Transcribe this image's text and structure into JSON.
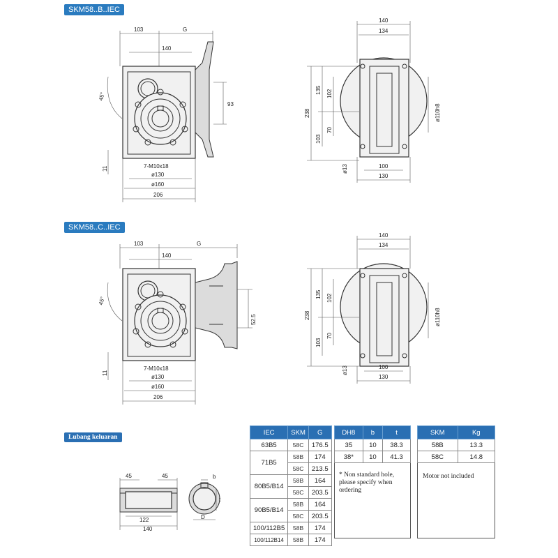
{
  "section_b": {
    "label": "SKM58..B..IEC",
    "dims": {
      "d103": "103",
      "g": "G",
      "d140": "140",
      "d93": "93",
      "angle": "45°",
      "d11": "11",
      "thread": "7-M10x18",
      "d130": "ø130",
      "d160": "ø160",
      "d206": "206"
    }
  },
  "section_c": {
    "label": "SKM58..C..IEC",
    "dims": {
      "d103": "103",
      "g": "G",
      "d140": "140",
      "d52": "52.5",
      "angle": "45°",
      "d11": "11",
      "thread": "7-M10x18",
      "d130": "ø130",
      "d160": "ø160",
      "d206": "206"
    }
  },
  "side_view": {
    "d140": "140",
    "d134": "134",
    "d238": "238",
    "d135": "135",
    "d102": "102",
    "d103": "103",
    "d70": "70",
    "d110": "ø110h8",
    "d13": "ø13",
    "d100": "100",
    "d130": "130"
  },
  "output_hole": {
    "label": "Lubang keluaran",
    "d45a": "45",
    "d45b": "45",
    "d122": "122",
    "d140": "140",
    "b": "b",
    "t": "t",
    "D": "D"
  },
  "table_iec": {
    "headers": [
      "IEC",
      "SKM",
      "G"
    ],
    "rows": [
      {
        "iec": "63B5",
        "skm": "58C",
        "g": "176.5"
      },
      {
        "iec": "71B5",
        "skm": "58B",
        "g": "174"
      },
      {
        "iec": "",
        "skm": "58C",
        "g": "213.5"
      },
      {
        "iec": "80B5/B14",
        "skm": "58B",
        "g": "164"
      },
      {
        "iec": "",
        "skm": "58C",
        "g": "203.5"
      },
      {
        "iec": "90B5/B14",
        "skm": "58B",
        "g": "164"
      },
      {
        "iec": "",
        "skm": "58C",
        "g": "203.5"
      },
      {
        "iec": "100/112B5",
        "skm": "58B",
        "g": "174"
      },
      {
        "iec": "100/112B14",
        "skm": "58B",
        "g": "174"
      }
    ]
  },
  "table_bore": {
    "headers": [
      "DH8",
      "b",
      "t"
    ],
    "rows": [
      {
        "d": "35",
        "b": "10",
        "t": "38.3"
      },
      {
        "d": "38*",
        "b": "10",
        "t": "41.3"
      }
    ],
    "note": "* Non standard hole, please specify when ordering"
  },
  "table_weight": {
    "headers": [
      "SKM",
      "Kg"
    ],
    "rows": [
      {
        "skm": "58B",
        "kg": "13.3"
      },
      {
        "skm": "58C",
        "kg": "14.8"
      }
    ],
    "note": "Motor not included"
  }
}
